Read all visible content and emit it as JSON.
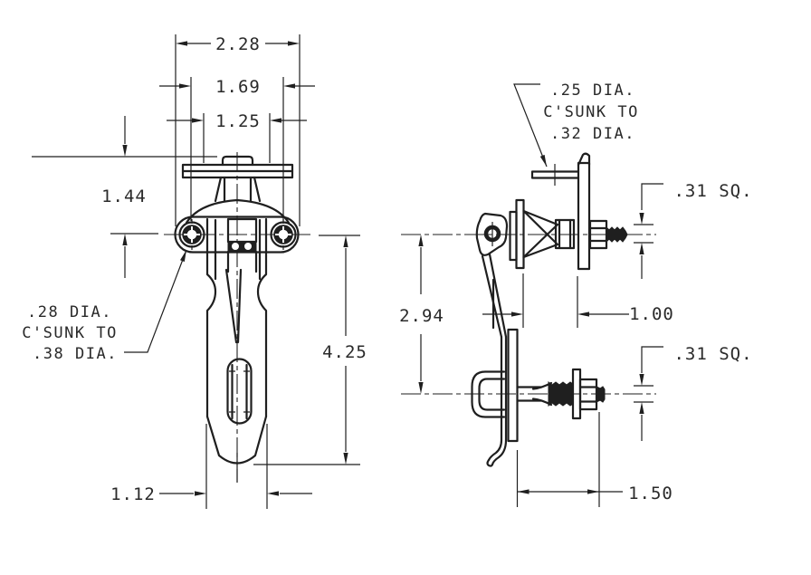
{
  "colors": {
    "background": "#ffffff",
    "line": "#1f1f1f",
    "text": "#2a2a2a"
  },
  "front_view": {
    "dim_base_width": "2.28",
    "dim_hole_spacing": "1.69",
    "dim_plate_inner": "1.25",
    "dim_top_to_base_center": "1.44",
    "dim_base_center_to_tip": "4.25",
    "dim_strap_width": "1.12",
    "hole_note": {
      "line1": ".28 DIA.",
      "line2": "C'SUNK TO",
      "line3": ".38 DIA."
    }
  },
  "side_view": {
    "hole_note": {
      "line1": ".25 DIA.",
      "line2": "C'SUNK TO",
      "line3": ".32 DIA."
    },
    "dim_upper_stud_square": ".31 SQ.",
    "dim_center_spacing": "2.94",
    "dim_mounting_gap": "1.00",
    "dim_lower_stud_square": ".31 SQ.",
    "dim_bolt_length": "1.50"
  }
}
